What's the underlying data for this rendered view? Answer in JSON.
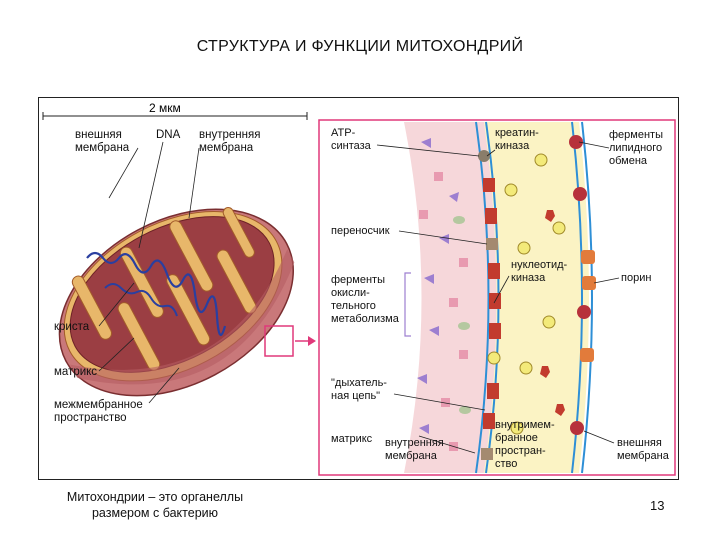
{
  "slide": {
    "title": "СТРУКТУРА И ФУНКЦИИ МИТОХОНДРИЙ",
    "caption_line1": "Митохондрии – это органеллы",
    "caption_line2": "размером с бактерию",
    "page_number": "13"
  },
  "figure": {
    "scale_label": "2 мкм",
    "left_labels": {
      "outer_membrane": [
        "внешняя",
        "мембрана"
      ],
      "dna": "DNA",
      "inner_membrane": [
        "внутренняя",
        "мембрана"
      ],
      "crista": "криста",
      "matrix": "матрикс",
      "intermembrane_space": [
        "межмембранное",
        "пространство"
      ]
    },
    "right_labels": {
      "atp_synthase": [
        "ATP-",
        "синтаза"
      ],
      "creatine_kinase": [
        "креатин-",
        "киназа"
      ],
      "lipid_enzymes": [
        "ферменты",
        "липидного",
        "обмена"
      ],
      "carrier": "переносчик",
      "nucleotide_kinase": [
        "нуклеотид-",
        "киназа"
      ],
      "porin": "порин",
      "oxidative_enzymes": [
        "ферменты",
        "окисли-",
        "тельного",
        "метаболизма"
      ],
      "respiratory_chain": [
        "\"дыхатель-",
        "ная цепь\""
      ],
      "matrix": "матрикс",
      "inner_membrane": [
        "внутренняя",
        "мембрана"
      ],
      "intermembrane_space": [
        "внутримем-",
        "бранное",
        "простран-",
        "ство"
      ],
      "outer_membrane": [
        "внешняя",
        "мембрана"
      ]
    },
    "colors": {
      "outer_fill": "#c9787a",
      "inner_fill": "#9b3e43",
      "intermembrane": "#e8b76a",
      "matrix_panel": "#f6d7da",
      "intermembrane_panel": "#fbf3c4",
      "membrane_line": "#2e8fd6",
      "dna": "#2a3fa0",
      "magenta": "#e0387a",
      "enzyme_red": "#c23b2e",
      "enzyme_purple": "#9d7fd0",
      "enzyme_pink": "#e89ab0",
      "enzyme_yellow": "#f3ea7a"
    }
  }
}
